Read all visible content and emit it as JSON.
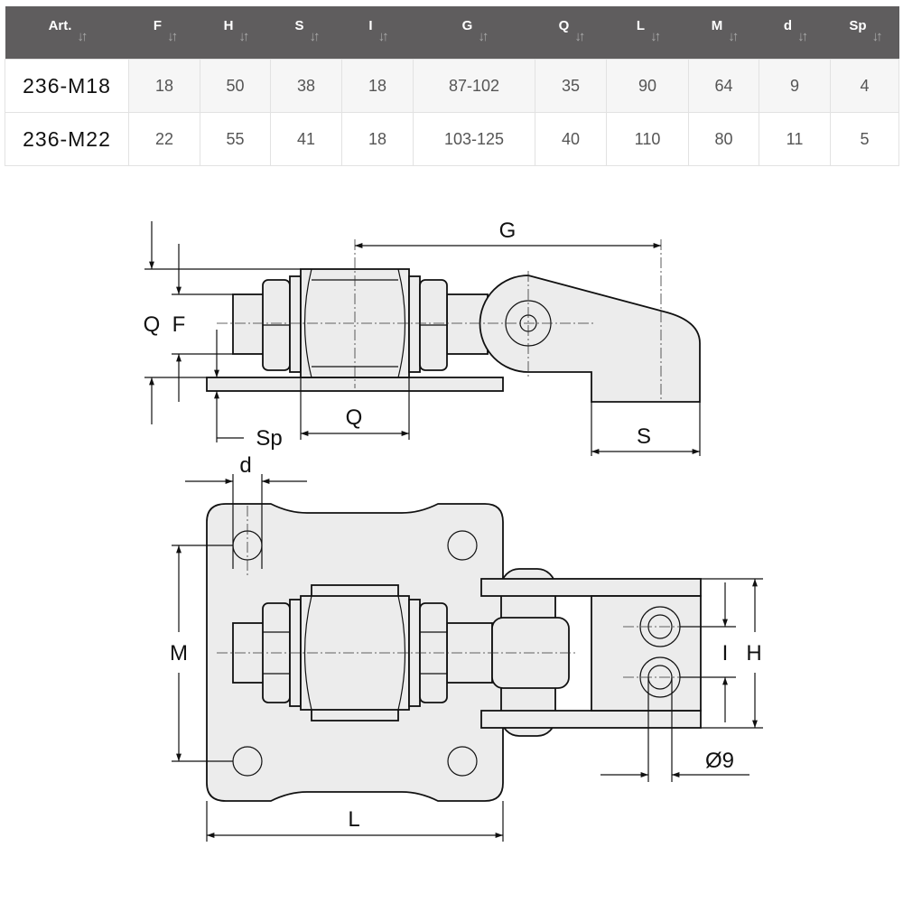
{
  "table": {
    "columns": [
      "Art.",
      "F",
      "H",
      "S",
      "I",
      "G",
      "Q",
      "L",
      "M",
      "d",
      "Sp"
    ],
    "sort_icon": "sort-arrows-icon",
    "rows": [
      [
        "236-M18",
        "18",
        "50",
        "38",
        "18",
        "87-102",
        "35",
        "90",
        "64",
        "9",
        "4"
      ],
      [
        "236-M22",
        "22",
        "55",
        "41",
        "18",
        "103-125",
        "40",
        "110",
        "80",
        "11",
        "5"
      ]
    ]
  },
  "drawing": {
    "side_view": {
      "G": "G",
      "Q_left": "Q",
      "F": "F",
      "Sp": "Sp",
      "Q_bottom": "Q",
      "S": "S"
    },
    "plan_view": {
      "d": "d",
      "M": "M",
      "L": "L",
      "I": "I",
      "H": "H",
      "hole": "Ø9"
    }
  },
  "colors": {
    "header_bg": "#5f5d5e",
    "row_alt": "#f6f6f6"
  }
}
